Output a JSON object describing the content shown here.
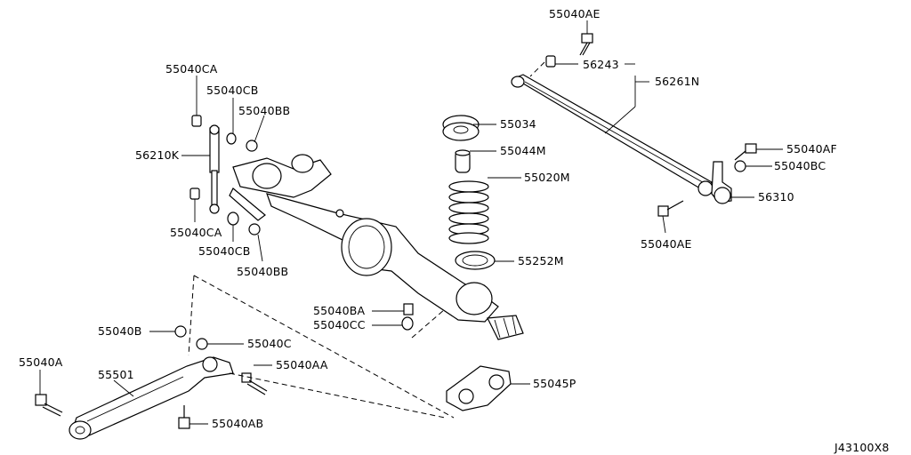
{
  "diagram_code": "J43100X8",
  "labels": {
    "p55040AE_top": "55040AE",
    "p56243": "56243",
    "p56261N": "56261N",
    "p55040CA_top": "55040CA",
    "p55040CB_top": "55040CB",
    "p55040BB_top": "55040BB",
    "p56210K": "56210K",
    "p55034": "55034",
    "p55044M": "55044M",
    "p55020M": "55020M",
    "p55040AF": "55040AF",
    "p55040BC": "55040BC",
    "p56310": "56310",
    "p55040CA_bot": "55040CA",
    "p55040CB_bot": "55040CB",
    "p55040BB_bot": "55040BB",
    "p55040AE_bot": "55040AE",
    "p55252M": "55252M",
    "p55040BA": "55040BA",
    "p55040CC": "55040CC",
    "p55040B": "55040B",
    "p55040C": "55040C",
    "p55040A": "55040A",
    "p55501": "55501",
    "p55040AA": "55040AA",
    "p55045P": "55045P",
    "p55040AB": "55040AB"
  }
}
